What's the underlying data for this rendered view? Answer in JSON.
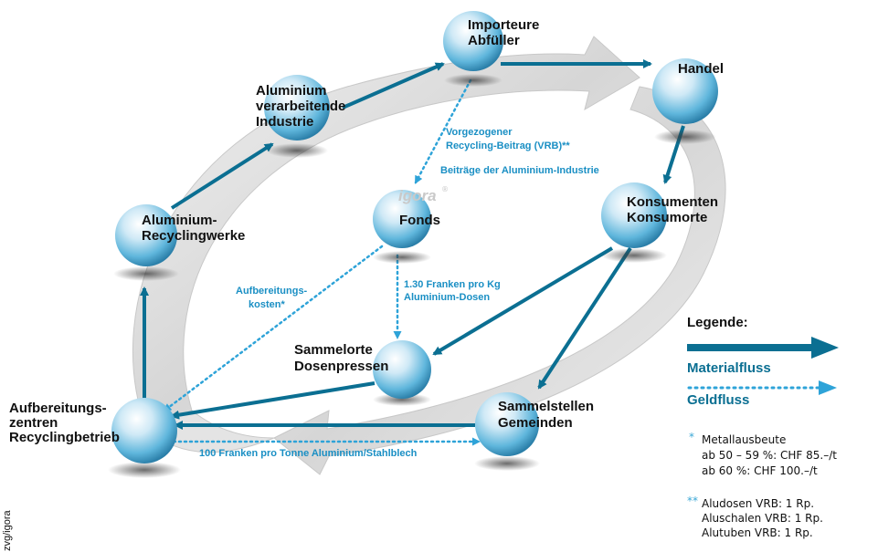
{
  "nodes": {
    "importeure": [
      "Importeure",
      "Abfüller"
    ],
    "handel": [
      "Handel"
    ],
    "aluminium_industrie": [
      "Aluminium",
      "verarbeitende",
      "Industrie"
    ],
    "recyclingwerke": [
      "Aluminium-",
      "Recyclingwerke"
    ],
    "fonds_logo": "igora",
    "fonds": [
      "Fonds"
    ],
    "konsumenten": [
      "Konsumenten",
      "Konsumorte"
    ],
    "sammelorte": [
      "Sammelorte",
      "Dosenpressen"
    ],
    "aufbereitung": [
      "Aufbereitungs-",
      "zentren",
      "Recyclingbetrieb"
    ],
    "sammelstellen": [
      "Sammelstellen",
      "Gemeinden"
    ]
  },
  "flow_labels": {
    "vrb": [
      "Vorgezogener",
      "Recycling-Beitrag (VRB)**"
    ],
    "beitraege": "Beiträge der Aluminium-Industrie",
    "franken_kg": [
      "1.30 Franken pro Kg",
      "Aluminium-Dosen"
    ],
    "aufbereitungskosten": [
      "Aufbereitungs-",
      "kosten*"
    ],
    "franken_tonne": "100 Franken pro Tonne Aluminium/Stahlblech"
  },
  "legend": {
    "title": "Legende:",
    "material": "Materialfluss",
    "geld": "Geldfluss"
  },
  "notes": {
    "metall_star": "*",
    "metall": [
      "Metallausbeute",
      "ab 50 – 59 %: CHF 85.–/t",
      "ab 60 %: CHF 100.–/t"
    ],
    "vrb_star": "**",
    "vrb": [
      "Aludosen VRB: 1 Rp.",
      "Aluschalen VRB: 1 Rp.",
      "Alutuben VRB: 1 Rp."
    ]
  },
  "credit": "zvg/igora",
  "colors": {
    "material_flow": "#0b6f92",
    "money_flow": "#2ea3d8",
    "sphere": "#5fb6dc",
    "ring": "#d8d8d8"
  }
}
